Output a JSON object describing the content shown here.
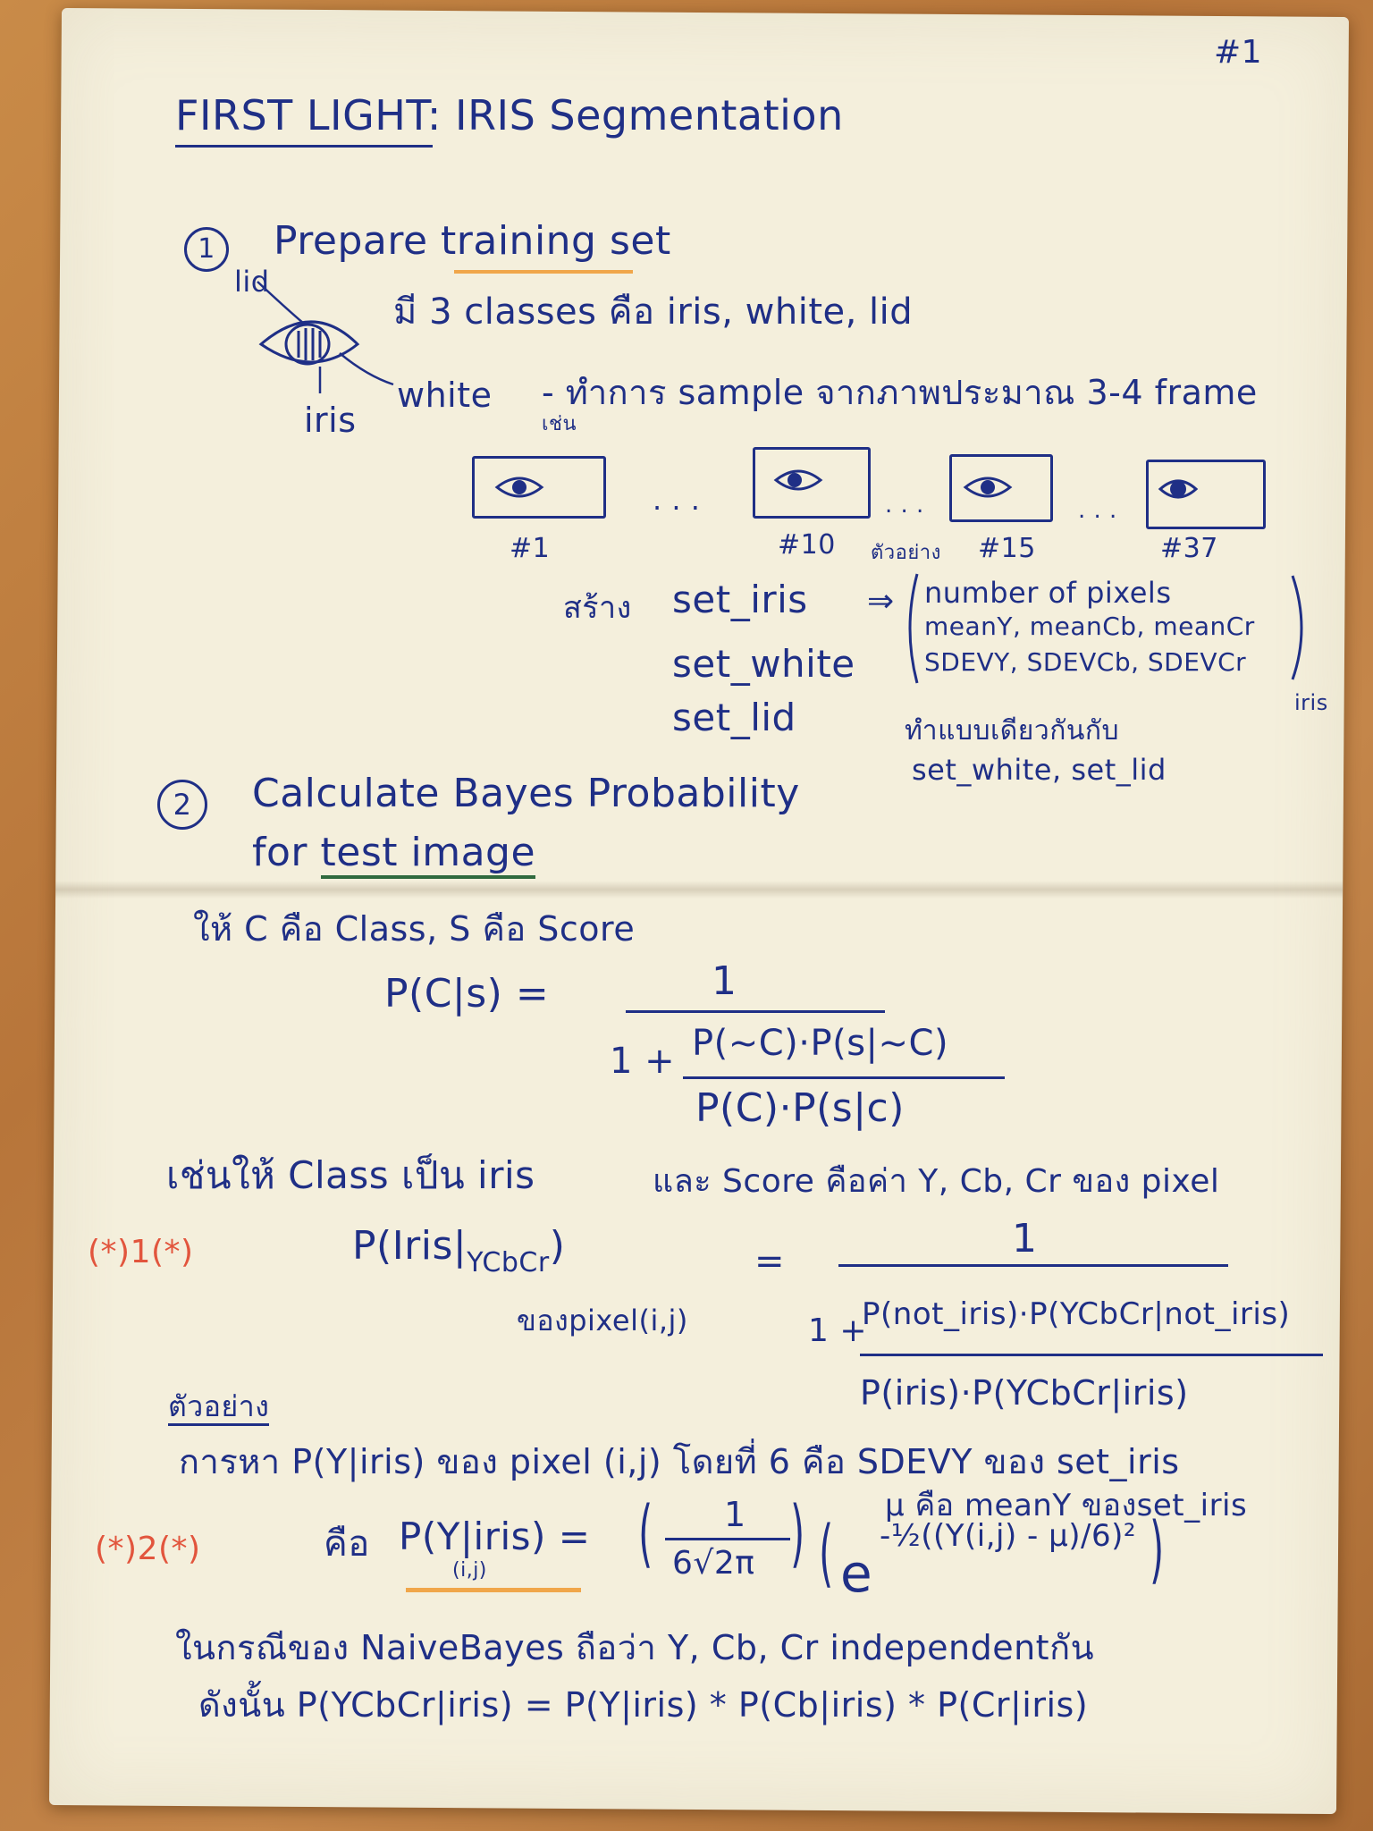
{
  "page_number": "#1",
  "title": "FIRST LIGHT: IRIS Segmentation",
  "step1": {
    "marker": "1",
    "heading": "Prepare training set",
    "classes_line": "มี 3 classes คือ iris, white, lid",
    "eye_labels": {
      "lid": "lid",
      "white": "white",
      "iris": "iris"
    },
    "sample_line": "- ทำการ sample จากภาพประมาณ 3-4 frame",
    "sample_note": "เช่น",
    "frames": [
      "#1",
      "#10",
      "#15",
      "#37"
    ],
    "frame_prefix": "ตัวอย่าง",
    "sets_prefix": "สร้าง",
    "sets": [
      "set_iris",
      "set_white",
      "set_lid"
    ],
    "arrow": "⇒",
    "features": [
      "number of pixels",
      "meanY, meanCb, meanCr",
      "SDEVY, SDEVCb, SDEVCr"
    ],
    "features_tag": "iris",
    "same_note": "ทำแบบเดียวกันกับ",
    "same_sets": "set_white, set_lid"
  },
  "step2": {
    "marker": "2",
    "heading_line1": "Calculate Bayes Probability",
    "heading_line2_prefix": "for ",
    "heading_line2_underlined": "test image",
    "given": "ให้ C คือ Class, S คือ Score",
    "formula1": {
      "lhs": "P(C|s) =",
      "numerator": "1",
      "denominator_prefix": "1 +",
      "inner_numerator": "P(~C)·P(s|~C)",
      "inner_denominator": "P(C)·P(s|c)"
    },
    "example_line": "เช่นให้ Class เป็น iris",
    "example_score": "และ Score คือค่า Y, Cb, Cr ของ pixel",
    "mark1": "(*)1(*)",
    "formula2": {
      "lhs": "P(Iris|",
      "lhs_sub": "YCbCr",
      "lhs_close": ")",
      "lhs_note": "ของpixel(i,j)",
      "eq": "=",
      "numerator": "1",
      "denominator_prefix": "1 +",
      "inner_numerator": "P(not_iris)·P(YCbCr|not_iris)",
      "inner_denominator": "P(iris)·P(YCbCr|iris)"
    },
    "example_label": "ตัวอย่าง",
    "find_line": "การหา  P(Y|iris) ของ pixel (i,j) โดยที่ 6 คือ SDEVY ของ set_iris",
    "mu_line": "μ คือ meanY ของset_iris",
    "mark2": "(*)2(*)",
    "formula3": {
      "prefix": "คือ",
      "lhs": "P(Y|iris) =",
      "lhs_sub": "(i,j)",
      "coef_num": "1",
      "coef_den": "6√2π",
      "exp_base": "e",
      "exp_text": "-½((Y(i,j) - μ)/6)²"
    },
    "naive_line": "ในกรณีของ NaiveBayes ถือว่า Y, Cb, Cr independentกัน",
    "final_line": "ดังนั้น  P(YCbCr|iris) = P(Y|iris) * P(Cb|iris) * P(Cr|iris)"
  },
  "colors": {
    "ink": "#1f2f86",
    "accent_red": "#e2553d",
    "highlight_orange": "#f0a64a",
    "highlight_green": "#2f6a3e",
    "paper": "#f4efdc"
  }
}
